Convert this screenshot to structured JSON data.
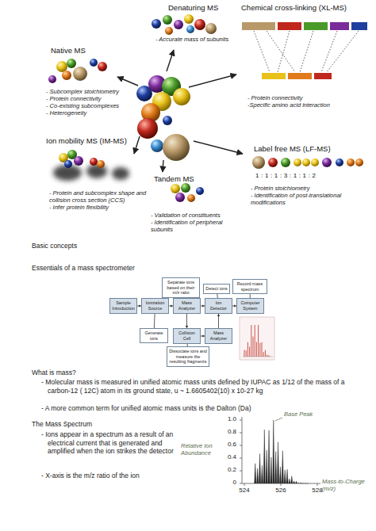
{
  "diagram": {
    "nodes": [
      {
        "text": [
          "Native MS",
          "- Subcomplex stoichiometry",
          "- Protein connectivity",
          "- Co-existing subcomplexes",
          "- Heterogeneity"
        ]
      },
      {
        "text": [
          "Denaturing MS",
          "- Accurate mass of subunits"
        ]
      },
      {
        "text": [
          "Chemical cross-linking (XL-MS)",
          "- Protein connectivity",
          "-Specific amino acid interaction"
        ]
      },
      {
        "text": [
          "Ion mobility MS (IM-MS)",
          "- Protein and subcomplex shape and collision cross section (CCS)",
          "- Infer protein flexibility"
        ]
      },
      {
        "text": [
          "Tandem MS",
          "- Validation of constituents",
          "- Identification of peripheral subunits"
        ]
      },
      {
        "text": [
          "Label free MS (LF-MS)",
          "1 : 1 : 1 : 3 : 1 : 1 : 2",
          "- Protein stoichiometry",
          "- Identification of post-translational modifications"
        ]
      },
      {
        "text": [
          "Sample Introduction"
        ]
      },
      {
        "text": [
          "Ionization Source"
        ]
      },
      {
        "text": [
          "Mass Analyzer"
        ]
      },
      {
        "text": [
          "Ion Detector"
        ]
      },
      {
        "text": [
          "Computer System"
        ]
      },
      {
        "text": [
          "Collision Cell"
        ]
      },
      {
        "text": [
          "Mass Analyzer"
        ]
      },
      {
        "text": [
          "Separate ions based on their m/z ratio"
        ]
      },
      {
        "text": [
          "Detect ions"
        ]
      },
      {
        "text": [
          "Record mass spectrum"
        ]
      },
      {
        "text": [
          "Generate ions"
        ]
      },
      {
        "text": [
          "Dissociate ions and measure the resulting fragments"
        ]
      }
    ],
    "edges": [
      {
        "from": 6,
        "to": 7,
        "arrow": "to"
      },
      {
        "from": 7,
        "to": 8,
        "arrow": "to"
      },
      {
        "from": 8,
        "to": 9,
        "arrow": "to"
      },
      {
        "from": 9,
        "to": 10,
        "arrow": "to"
      },
      {
        "from": 8,
        "to": 11,
        "arrow": "to"
      },
      {
        "from": 11,
        "to": 12,
        "arrow": "to"
      },
      {
        "from": 12,
        "to": 9,
        "arrow": "to"
      },
      {
        "from": 13,
        "to": 8,
        "arrow": "none"
      },
      {
        "from": 14,
        "to": 9,
        "arrow": "none"
      },
      {
        "from": 15,
        "to": 10,
        "arrow": "none"
      },
      {
        "from": 16,
        "to": 7,
        "arrow": "none"
      },
      {
        "from": 17,
        "to": 11,
        "arrow": "none"
      }
    ],
    "labels": [
      "Basic concepts",
      "Essentials of a mass spectrometer",
      "What is mass?",
      "- Molecular mass is measured in unified atomic mass units defined by IUPAC as 1/12 of the mass of a carbon-12 ( 12C) atom in its ground state, u ~ 1.6605402(10) x 10-27 kg",
      "- A more common term for unified atomic mass units is the Dalton (Da)",
      "The Mass Spectrum",
      "- Ions appear in a spectrum as a result of an electrical current that is generated and amplified when the ion strikes the detector",
      "- X-axis is the m/z ratio of the ion",
      "Base Peak",
      "Relative Ion Abundance",
      "Mass-to-Charge (m/z)",
      "1.0",
      "0.8",
      "0.6",
      "0.4",
      "0.2",
      "0",
      "524",
      "526",
      "528"
    ]
  }
}
